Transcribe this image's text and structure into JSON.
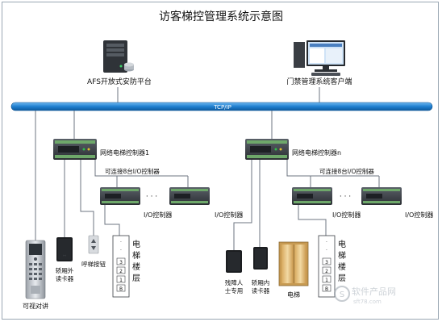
{
  "title": "访客梯控管理系统示意图",
  "server_label": "AFS开放式安防平台",
  "client_label": "门禁管理系统客户端",
  "bus_label": "TCP/IP",
  "controller1_label": "网络电梯控制器1",
  "controller_n_label": "网络电梯控制器n",
  "connect_io_label": "可连接8台I/O控制器",
  "io_label": "I/O控制器",
  "dots": "· · ·",
  "video_intercom_label": "可视对讲",
  "outside_reader_label": [
    "轿厢外",
    "读卡器"
  ],
  "call_button_label": "呼梯按钮",
  "floor_panel_label": [
    "电",
    "梯",
    "楼",
    "层"
  ],
  "floor_buttons": [
    "·",
    "·",
    "3",
    "2",
    "1",
    "B"
  ],
  "disabled_label": [
    "残障人",
    "士专用"
  ],
  "inside_reader_label": [
    "轿厢内",
    "读卡器"
  ],
  "elevator_label": "电梯",
  "watermark_main": "软件产品网",
  "watermark_sub": "sft78.com",
  "colors": {
    "bus": "#1f7fd0",
    "line": "#6c7480",
    "device": "#3b3f44",
    "led": "#2fbf4a",
    "green_io": "#6ea86a"
  }
}
